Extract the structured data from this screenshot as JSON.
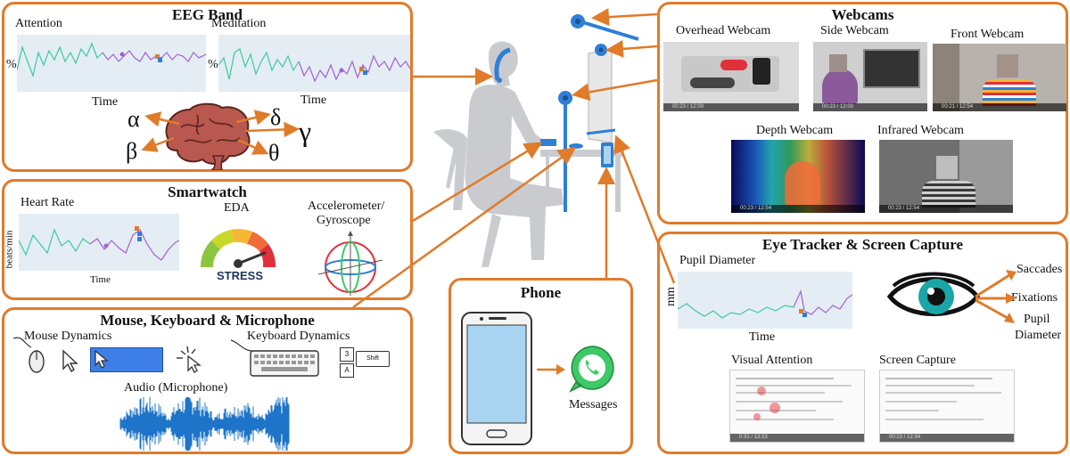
{
  "eeg": {
    "title": "EEG Band",
    "attention": "Attention",
    "meditation": "Meditation",
    "pct1": "%",
    "pct2": "%",
    "time1": "Time",
    "time2": "Time",
    "alpha": "α",
    "beta": "β",
    "delta": "δ",
    "gamma": "γ",
    "theta": "θ"
  },
  "smartwatch": {
    "title": "Smartwatch",
    "heart_rate": "Heart Rate",
    "ylabel": "beats/min",
    "time": "Time",
    "eda": "EDA",
    "stress": "STRESS",
    "accel": "Accelerometer/",
    "gyro": "Gyroscope"
  },
  "mkm": {
    "title": "Mouse, Keyboard & Microphone",
    "mouse": "Mouse Dynamics",
    "keyboard": "Keyboard Dynamics",
    "audio": "Audio (Microphone)",
    "key3": "3",
    "keyA": "A",
    "shift": "Shift"
  },
  "phone": {
    "title": "Phone",
    "messages": "Messages"
  },
  "webcams": {
    "title": "Webcams",
    "overhead": "Overhead Webcam",
    "side": "Side Webcam",
    "front": "Front Webcam",
    "depth": "Depth Webcam",
    "infrared": "Infrared Webcam",
    "t1": "00:23 / 12:00",
    "t2": "00:23 / 12:00",
    "t3": "00:21 / 12:54",
    "t4": "00:23 / 12:54",
    "t5": "00:23 / 12:54"
  },
  "eye": {
    "title": "Eye Tracker & Screen Capture",
    "pupil": "Pupil Diameter",
    "mm": "mm",
    "time": "Time",
    "saccades": "Saccades",
    "fixations": "Fixations",
    "pupil2a": "Pupil",
    "pupil2b": "Diameter",
    "visual": "Visual Attention",
    "screen": "Screen Capture",
    "t1": "0:31 / 13:23",
    "t2": "00:23 / 12:34"
  },
  "colors": {
    "accent": "#e07b2a",
    "device": "#2f7fd6",
    "silhouette": "#c9cbcf"
  }
}
